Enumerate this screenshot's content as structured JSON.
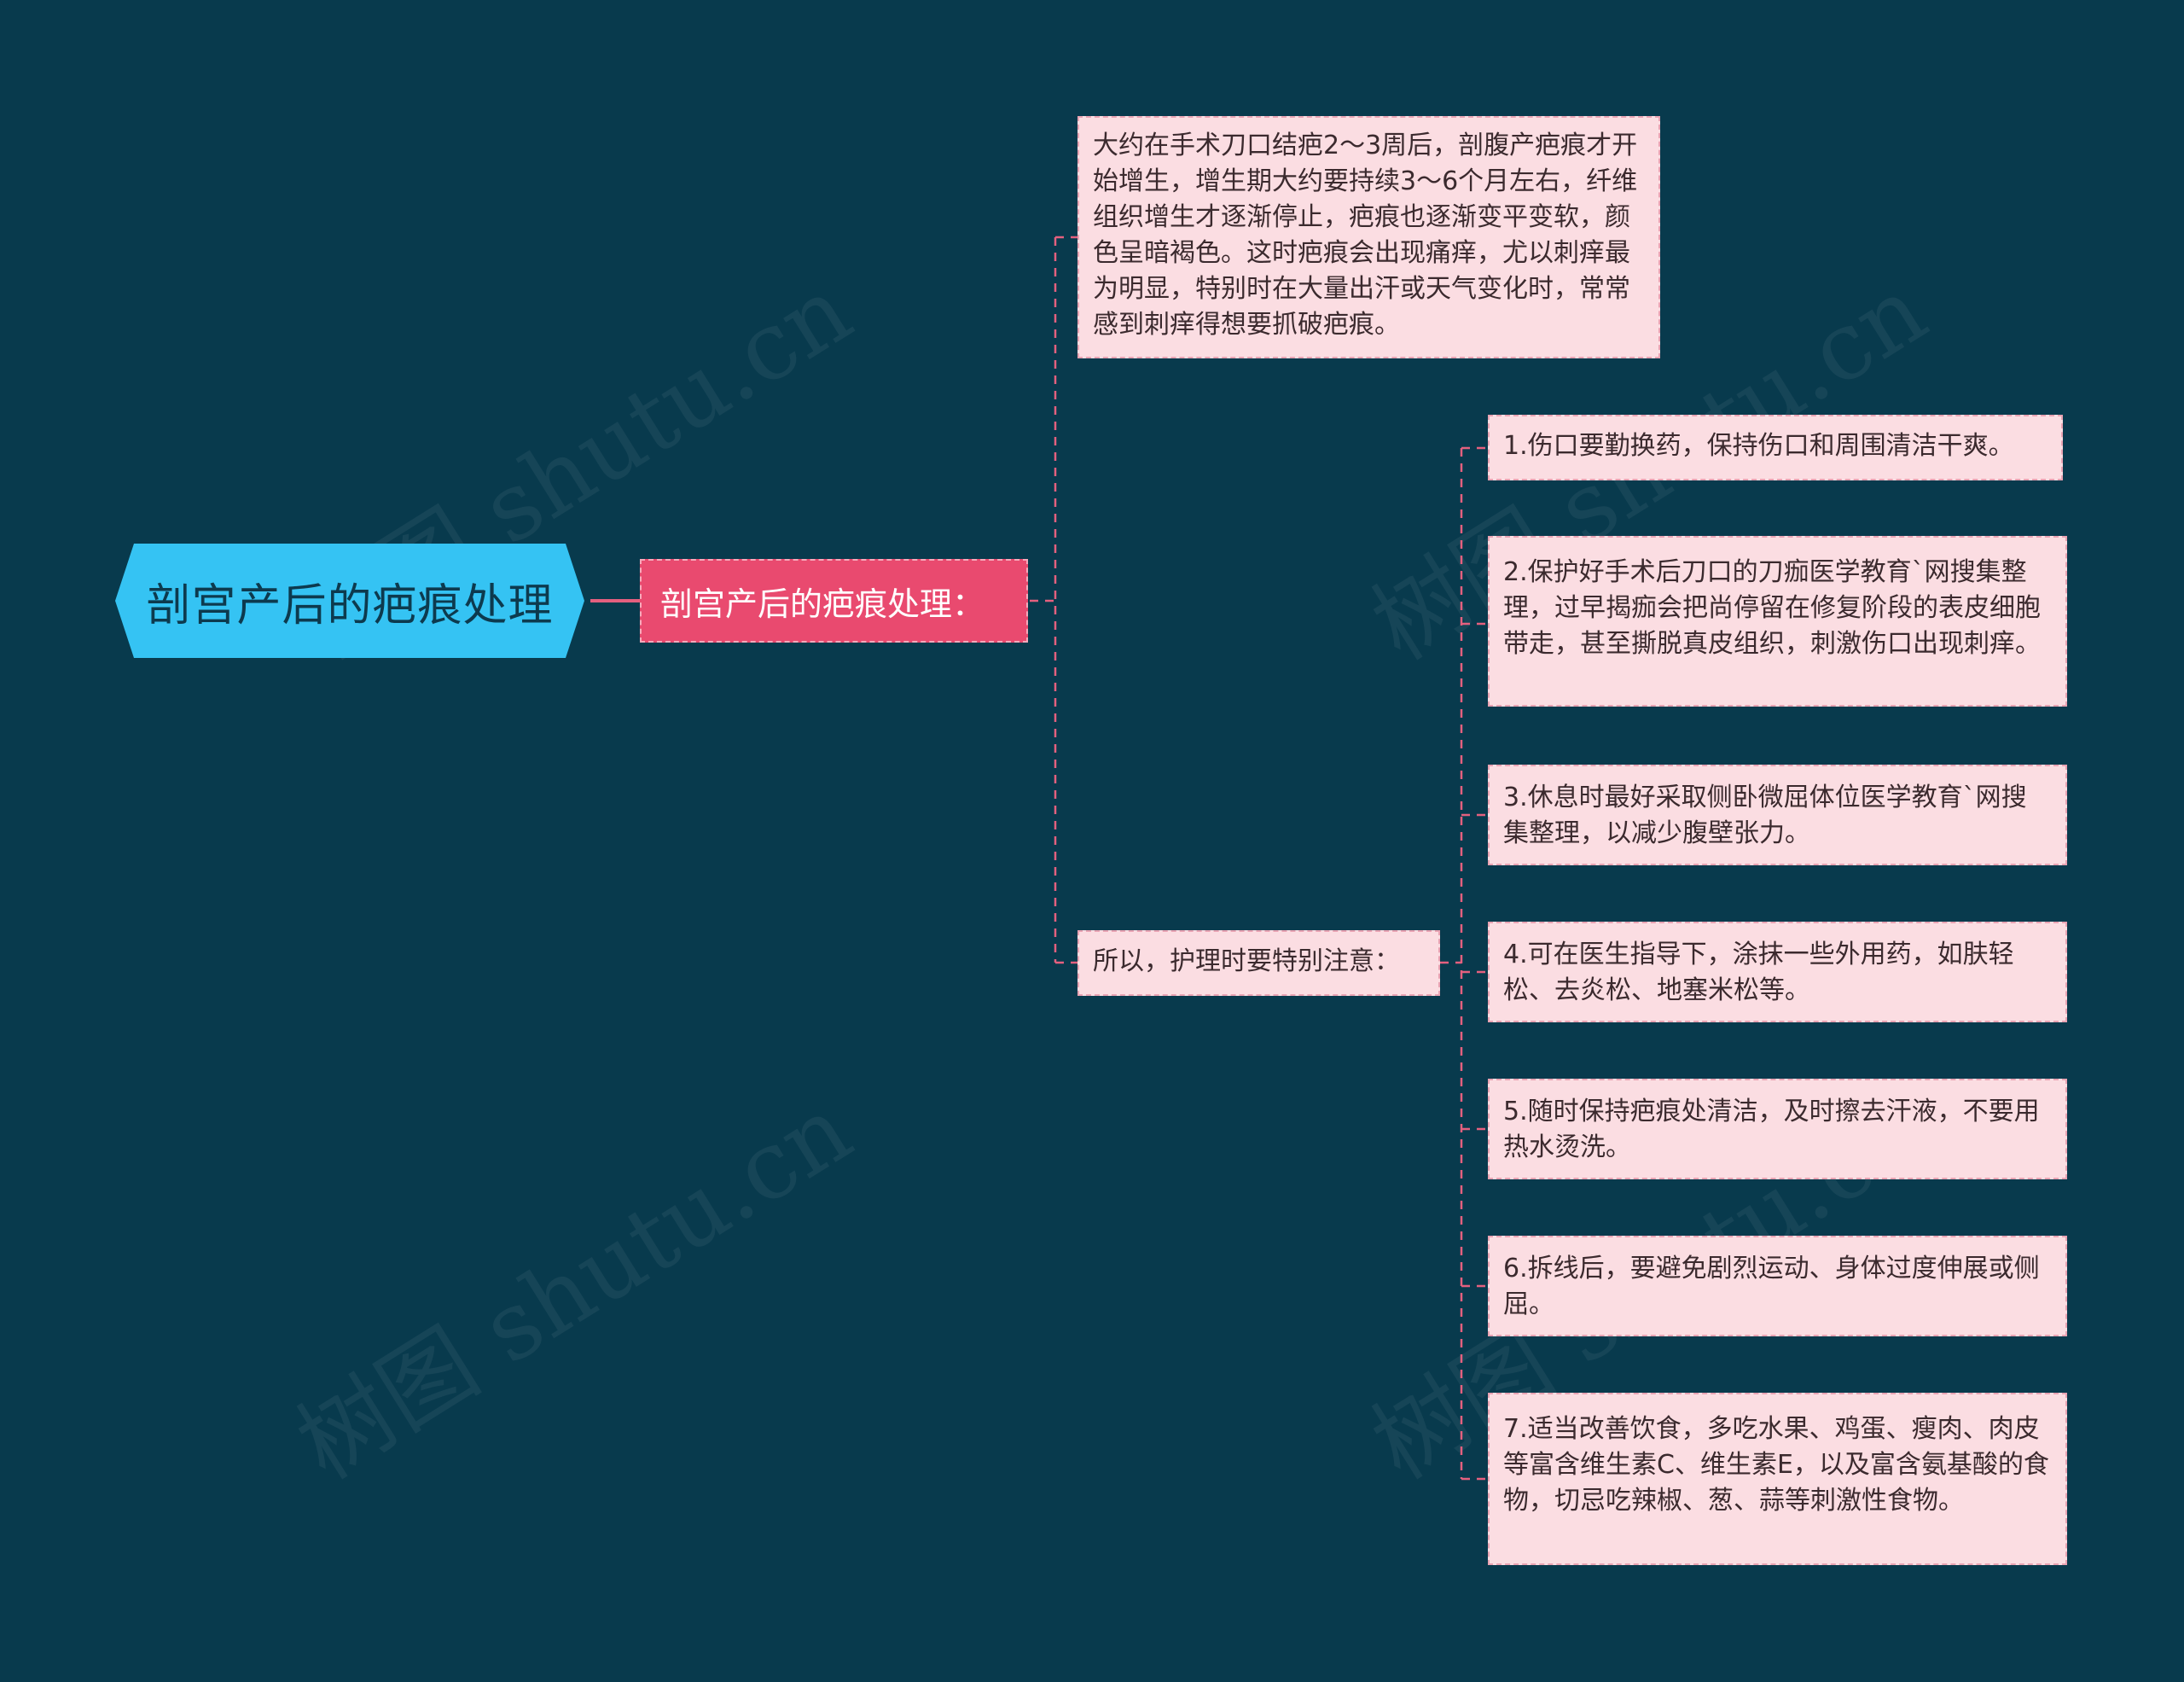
{
  "root": {
    "label": "剖宫产后的疤痕处理"
  },
  "branch": {
    "label": "剖宫产后的疤痕处理："
  },
  "topic_a": {
    "text": "大约在手术刀口结疤2～3周后，剖腹产疤痕才开始增生，增生期大约要持续3～6个月左右，纤维组织增生才逐渐停止，疤痕也逐渐变平变软，颜色呈暗褐色。这时疤痕会出现痛痒，尤以刺痒最为明显，特别时在大量出汗或天气变化时，常常感到刺痒得想要抓破疤痕。"
  },
  "topic_b": {
    "label": "所以，护理时要特别注意："
  },
  "care_items": [
    "1.伤口要勤换药，保持伤口和周围清洁干爽。",
    "2.保护好手术后刀口的刀痂医学教育`网搜集整理，过早揭痂会把尚停留在修复阶段的表皮细胞带走，甚至撕脱真皮组织，刺激伤口出现刺痒。",
    "3.休息时最好采取侧卧微屈体位医学教育`网搜集整理，以减少腹壁张力。",
    "4.可在医生指导下，涂抹一些外用药，如肤轻松、去炎松、地塞米松等。",
    "5.随时保持疤痕处清洁，及时擦去汗液，不要用热水烫洗。",
    "6.拆线后，要避免剧烈运动、身体过度伸展或侧屈。",
    "7.适当改善饮食，多吃水果、鸡蛋、瘦肉、肉皮等富含维生素C、维生素E，以及富含氨基酸的食物，切忌吃辣椒、葱、蒜等刺激性食物。"
  ],
  "watermark": "树图 shutu.cn",
  "colors": {
    "background": "#083a4d",
    "root": "#35c3f3",
    "branch": "#e94a6f",
    "card": "#fbdde2",
    "connector": "#e4607f"
  }
}
